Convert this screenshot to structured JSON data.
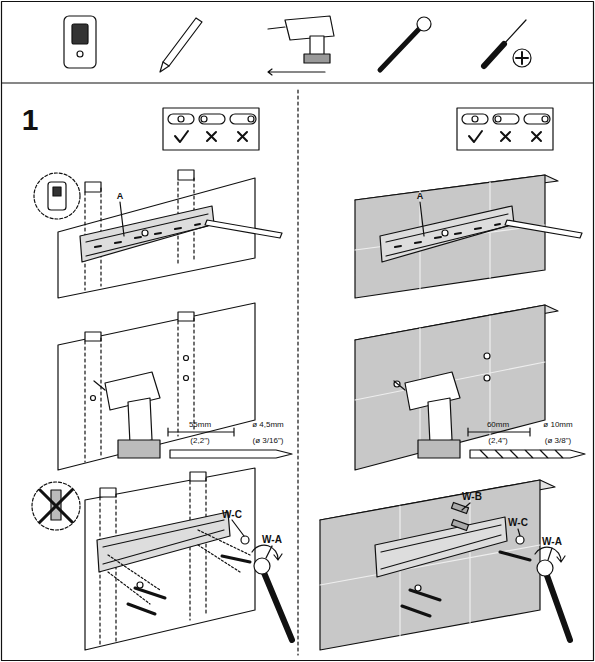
{
  "diagram": {
    "labels": [
      "1",
      "A",
      "A",
      "55mm",
      "(2,2\")",
      "ø 4,5mm",
      "(ø 3/16\")",
      "60mm",
      "(2,4\")",
      "ø 10mm",
      "(ø 3/8\")",
      "W-C",
      "W-A",
      "W-B",
      "W-C",
      "W-A"
    ]
  }
}
